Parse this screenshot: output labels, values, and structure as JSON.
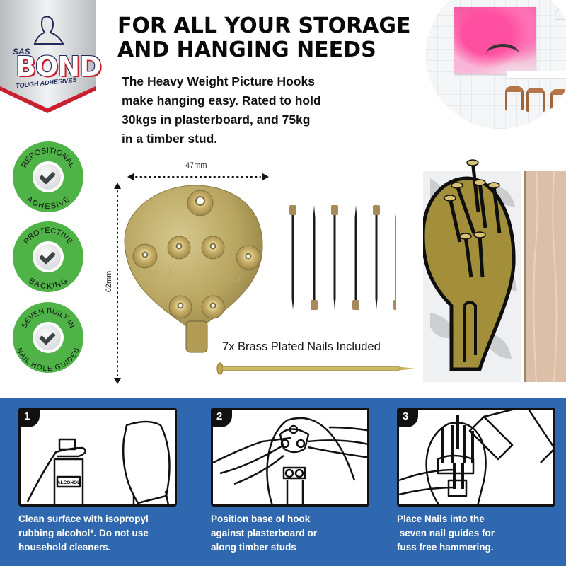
{
  "brand": {
    "name": "BOND",
    "prefix": "SAS",
    "tagline": "TOUGH ADHESIVES",
    "colors": {
      "navy": "#1f2a5a",
      "red": "#c8202e",
      "silver": "#c9cbce"
    }
  },
  "header": {
    "headline_lines": [
      "FOR ALL YOUR STORAGE",
      "AND HANGING NEEDS"
    ],
    "intro_lines": [
      "The Heavy Weight Picture Hooks",
      "make hanging easy. Rated to hold",
      "30kgs in plasterboard, and 75kg",
      "in a timber stud."
    ]
  },
  "badges": [
    {
      "top_text": "REPOSITIONAL",
      "bottom_text": "ADHESIVE",
      "icon": "check-icon"
    },
    {
      "top_text": "PROTECTIVE",
      "bottom_text": "BACKING",
      "icon": "check-icon"
    },
    {
      "top_text": "SEVEN BUILT-IN",
      "bottom_text": "NAIL HOLE GUIDES",
      "icon": "check-icon"
    }
  ],
  "product": {
    "width_label": "47mm",
    "height_label": "62mm",
    "stamp_text": "2 in 1",
    "stamp_brand": "by NoStud",
    "nails_caption": "7x Brass Plated Nails Included",
    "colors": {
      "brass": "#b8a560",
      "diagram_fill": "#a38f3a",
      "green": "#4fb348"
    }
  },
  "steps_panel": {
    "background": "#2f68ae",
    "steps": [
      {
        "number": "1",
        "text": "Clean surface with isopropyl\nrubbing alcohol*. Do not use\nhousehold cleaners.",
        "bottle_label": "ALCOHOL"
      },
      {
        "number": "2",
        "text": "Position base of hook\nagainst plasterboard or\nalong timber studs"
      },
      {
        "number": "3",
        "text": "Place Nails into the\n seven nail guides for\nfuss free hammering."
      }
    ]
  }
}
